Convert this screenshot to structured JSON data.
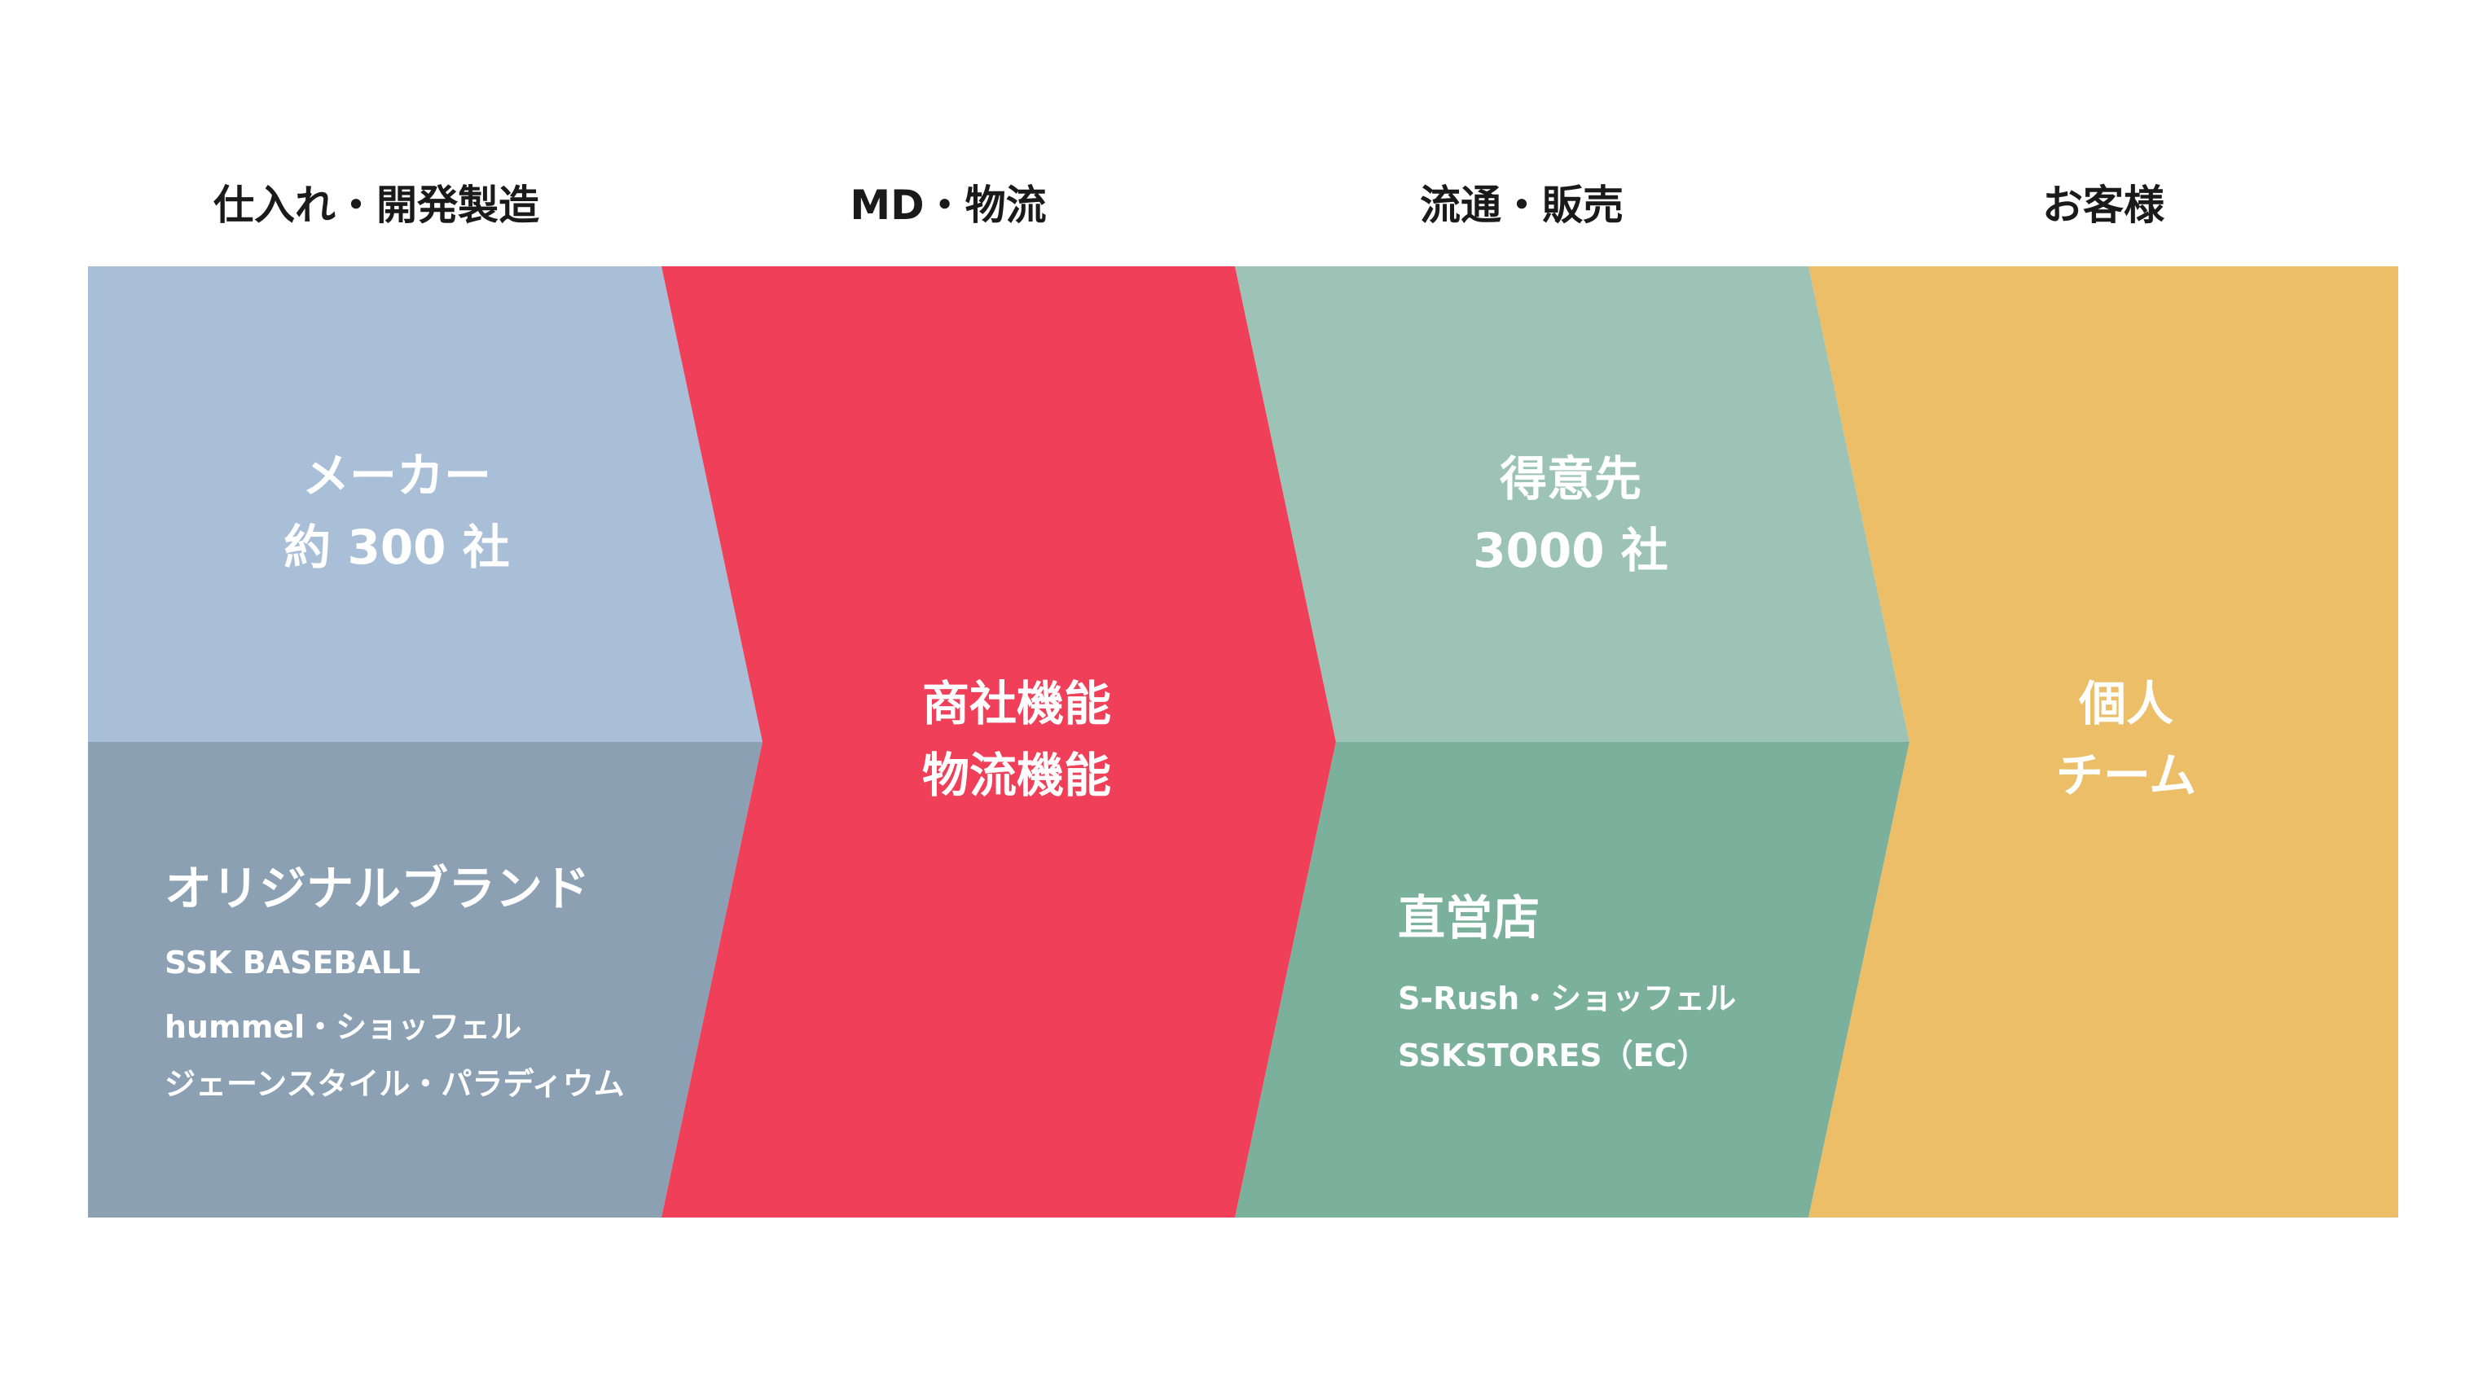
{
  "headers": {
    "stage1": "仕入れ・開発製造",
    "stage2": "MD・物流",
    "stage3": "流通・販売",
    "stage4": "お客様"
  },
  "stage1": {
    "top_line1": "メーカー",
    "top_line2": "約 300 社",
    "bottom_title": "オリジナルブランド",
    "bottom_items": [
      "SSK BASEBALL",
      "hummel・ショッフェル",
      "ジェーンスタイル・パラディウム"
    ]
  },
  "stage2": {
    "line1": "商社機能",
    "line2": "物流機能"
  },
  "stage3": {
    "top_line1": "得意先",
    "top_line2": "3000 社",
    "bottom_title": "直営店",
    "bottom_items": [
      "S-Rush・ショッフェル",
      "SSKSTORES（EC）"
    ]
  },
  "stage4": {
    "line1": "個人",
    "line2": "チーム"
  },
  "colors": {
    "stage1_top": "#a9bfd7",
    "stage1_bottom": "#8ca0b4",
    "stage2": "#f03f58",
    "stage3_top": "#9cc3b5",
    "stage3_bottom": "#7bb09c",
    "stage4": "#ebbe67"
  }
}
